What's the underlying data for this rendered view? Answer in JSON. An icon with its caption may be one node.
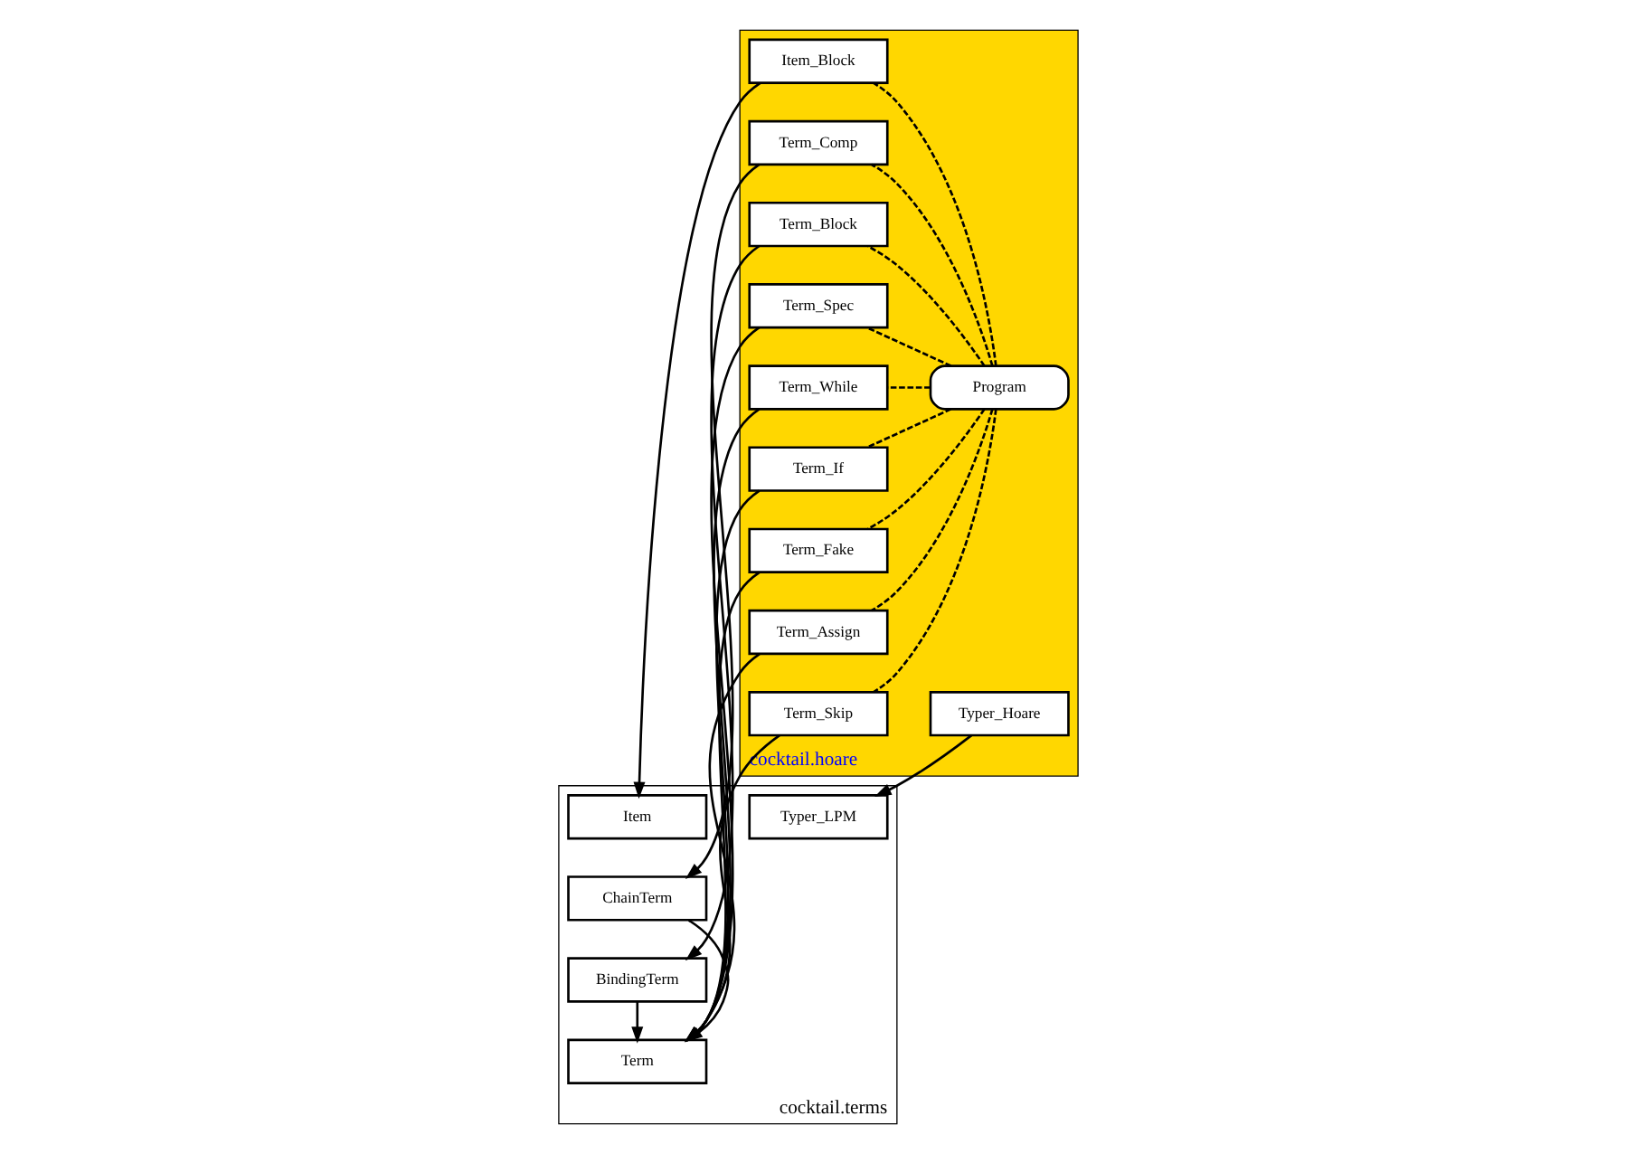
{
  "diagram": {
    "nodes": [
      {
        "text": [
          "cocktail.terms"
        ]
      },
      {
        "text": [
          "Typer_LPM"
        ],
        "in": 0
      },
      {
        "text": [
          "Item"
        ],
        "in": 0
      },
      {
        "text": [
          "ChainTerm"
        ],
        "in": 0
      },
      {
        "text": [
          "BindingTerm"
        ],
        "in": 0
      },
      {
        "text": [
          "Term"
        ],
        "in": 0
      },
      {
        "text": [
          "cocktail.hoare"
        ]
      },
      {
        "text": [
          "Typer_Hoare"
        ],
        "in": 6
      },
      {
        "text": [
          "Item_Block"
        ],
        "in": 6
      },
      {
        "text": [
          "Program"
        ],
        "in": 6
      },
      {
        "text": [
          "Term_Comp"
        ],
        "in": 6
      },
      {
        "text": [
          "Term_Block"
        ],
        "in": 6
      },
      {
        "text": [
          "Term_Skip"
        ],
        "in": 6
      },
      {
        "text": [
          "Term_Assign"
        ],
        "in": 6
      },
      {
        "text": [
          "Term_Fake"
        ],
        "in": 6
      },
      {
        "text": [
          "Term_If"
        ],
        "in": 6
      },
      {
        "text": [
          "Term_While"
        ],
        "in": 6
      },
      {
        "text": [
          "Term_Spec"
        ],
        "in": 6
      }
    ],
    "edges": [
      {
        "from": 7,
        "to": 1,
        "arrow": "to"
      },
      {
        "from": 8,
        "to": 2,
        "arrow": "to"
      },
      {
        "from": 10,
        "to": 3,
        "arrow": "to"
      },
      {
        "from": 11,
        "to": 4,
        "arrow": "to"
      },
      {
        "from": 3,
        "to": 5,
        "arrow": "to"
      },
      {
        "from": 4,
        "to": 5,
        "arrow": "to"
      },
      {
        "from": 12,
        "to": 5,
        "arrow": "to"
      },
      {
        "from": 13,
        "to": 5,
        "arrow": "to"
      },
      {
        "from": 14,
        "to": 5,
        "arrow": "to"
      },
      {
        "from": 15,
        "to": 5,
        "arrow": "to"
      },
      {
        "from": 16,
        "to": 5,
        "arrow": "to"
      },
      {
        "from": 17,
        "to": 5,
        "arrow": "to"
      },
      {
        "from": 9,
        "to": 8,
        "arrow": "none",
        "style": "dashed"
      },
      {
        "from": 9,
        "to": 10,
        "arrow": "none",
        "style": "dashed"
      },
      {
        "from": 9,
        "to": 11,
        "arrow": "none",
        "style": "dashed"
      },
      {
        "from": 9,
        "to": 12,
        "arrow": "none",
        "style": "dashed"
      },
      {
        "from": 9,
        "to": 13,
        "arrow": "none",
        "style": "dashed"
      },
      {
        "from": 9,
        "to": 14,
        "arrow": "none",
        "style": "dashed"
      },
      {
        "from": 9,
        "to": 15,
        "arrow": "none",
        "style": "dashed"
      },
      {
        "from": 9,
        "to": 16,
        "arrow": "none",
        "style": "dashed"
      },
      {
        "from": 9,
        "to": 17,
        "arrow": "none",
        "style": "dashed"
      }
    ]
  }
}
